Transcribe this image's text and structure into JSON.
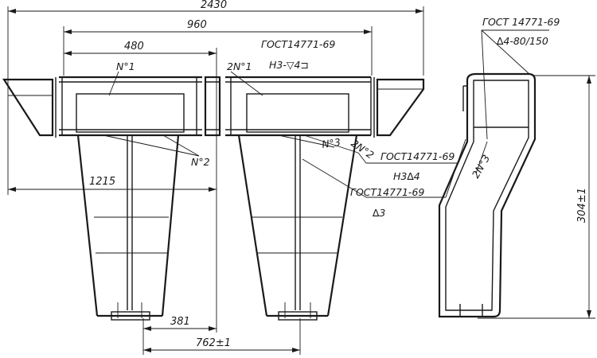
{
  "dimensions": {
    "total_length": "2430",
    "inner_length": "960",
    "half_length": "480",
    "offset_left": "1215",
    "foot_offset": "381",
    "foot_spacing": "762±1",
    "height": "304±1"
  },
  "labels": {
    "part_1": "N°1",
    "part_1_pair": "2N°1",
    "part_2": "N°2",
    "part_2_pair": "2N°2",
    "part_3": "N°3",
    "part_3_pair": "2N°3"
  },
  "weld_notes": {
    "top_center_standard": "ГОСТ14771-69",
    "top_center_symbol": "Н3-▽4⊐",
    "middle_standard": "ГОСТ14771-69",
    "middle_symbol": "Н3∆4",
    "lower_standard": "ГОСТ14771-69",
    "lower_symbol": "∆3",
    "right_standard": "ГОСТ 14771-69",
    "right_symbol": "∆4-80/150"
  }
}
